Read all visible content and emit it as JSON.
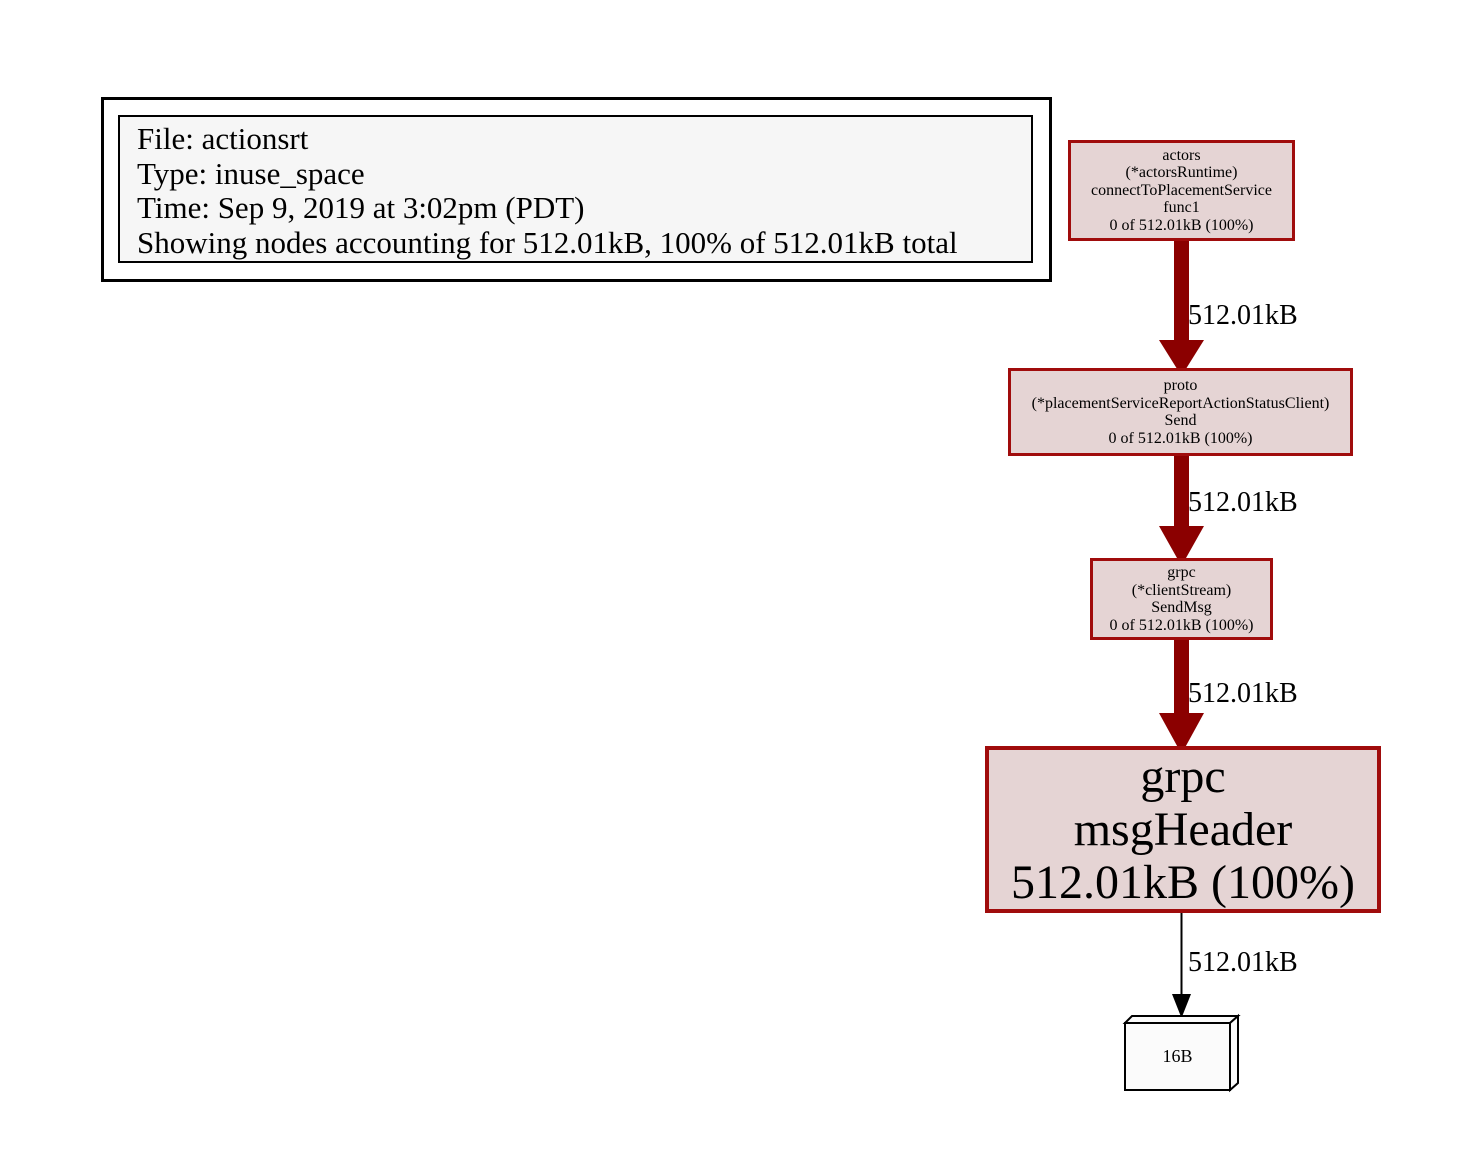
{
  "legend": {
    "lines": [
      "File: actionsrt",
      "Type: inuse_space",
      "Time: Sep 9, 2019 at 3:02pm (PDT)",
      "Showing nodes accounting for 512.01kB, 100% of 512.01kB total"
    ]
  },
  "graph": {
    "type": "pprof-call-graph",
    "nodes": [
      {
        "id": "actors-connectToPlacementService-func1",
        "lines": [
          "actors",
          "(*actorsRuntime)",
          "connectToPlacementService",
          "func1",
          "0 of 512.01kB (100%)"
        ]
      },
      {
        "id": "proto-send",
        "lines": [
          "proto",
          "(*placementServiceReportActionStatusClient)",
          "Send",
          "0 of 512.01kB (100%)"
        ]
      },
      {
        "id": "grpc-sendmsg",
        "lines": [
          "grpc",
          "(*clientStream)",
          "SendMsg",
          "0 of 512.01kB (100%)"
        ]
      },
      {
        "id": "grpc-msgheader",
        "lines": [
          "grpc",
          "msgHeader",
          "512.01kB (100%)"
        ]
      },
      {
        "id": "leaf-16b",
        "lines": [
          "16B"
        ]
      }
    ],
    "edges": [
      {
        "from": "actors-connectToPlacementService-func1",
        "to": "proto-send",
        "label": "512.01kB"
      },
      {
        "from": "proto-send",
        "to": "grpc-sendmsg",
        "label": "512.01kB"
      },
      {
        "from": "grpc-sendmsg",
        "to": "grpc-msgheader",
        "label": "512.01kB"
      },
      {
        "from": "grpc-msgheader",
        "to": "leaf-16b",
        "label": "512.01kB"
      }
    ]
  },
  "colors": {
    "node_fill": "#e5d4d4",
    "node_border": "#a00c0c",
    "heavy_edge": "#8b0000",
    "light_edge": "#000000",
    "legend_fill": "#f6f6f6"
  }
}
